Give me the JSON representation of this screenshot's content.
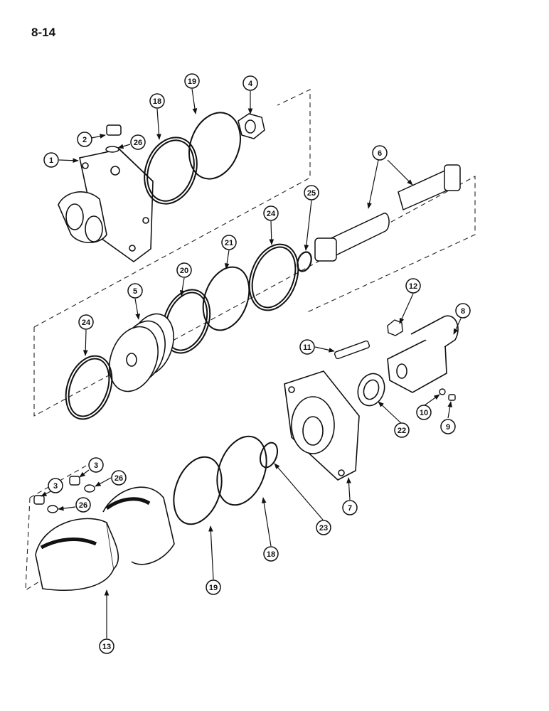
{
  "page_number": "8-14",
  "callouts": [
    {
      "id": "c1",
      "label": "1"
    },
    {
      "id": "c2",
      "label": "2"
    },
    {
      "id": "c26a",
      "label": "26"
    },
    {
      "id": "c18a",
      "label": "18"
    },
    {
      "id": "c19a",
      "label": "19"
    },
    {
      "id": "c4",
      "label": "4"
    },
    {
      "id": "c6",
      "label": "6"
    },
    {
      "id": "c25",
      "label": "25"
    },
    {
      "id": "c24a",
      "label": "24"
    },
    {
      "id": "c21",
      "label": "21"
    },
    {
      "id": "c20",
      "label": "20"
    },
    {
      "id": "c5",
      "label": "5"
    },
    {
      "id": "c24b",
      "label": "24"
    },
    {
      "id": "c12",
      "label": "12"
    },
    {
      "id": "c8",
      "label": "8"
    },
    {
      "id": "c11",
      "label": "11"
    },
    {
      "id": "c22",
      "label": "22"
    },
    {
      "id": "c10",
      "label": "10"
    },
    {
      "id": "c9",
      "label": "9"
    },
    {
      "id": "c3a",
      "label": "3"
    },
    {
      "id": "c26b",
      "label": "26"
    },
    {
      "id": "c3b",
      "label": "3"
    },
    {
      "id": "c26c",
      "label": "26"
    },
    {
      "id": "c7",
      "label": "7"
    },
    {
      "id": "c23",
      "label": "23"
    },
    {
      "id": "c18b",
      "label": "18"
    },
    {
      "id": "c19b",
      "label": "19"
    },
    {
      "id": "c13",
      "label": "13"
    }
  ]
}
